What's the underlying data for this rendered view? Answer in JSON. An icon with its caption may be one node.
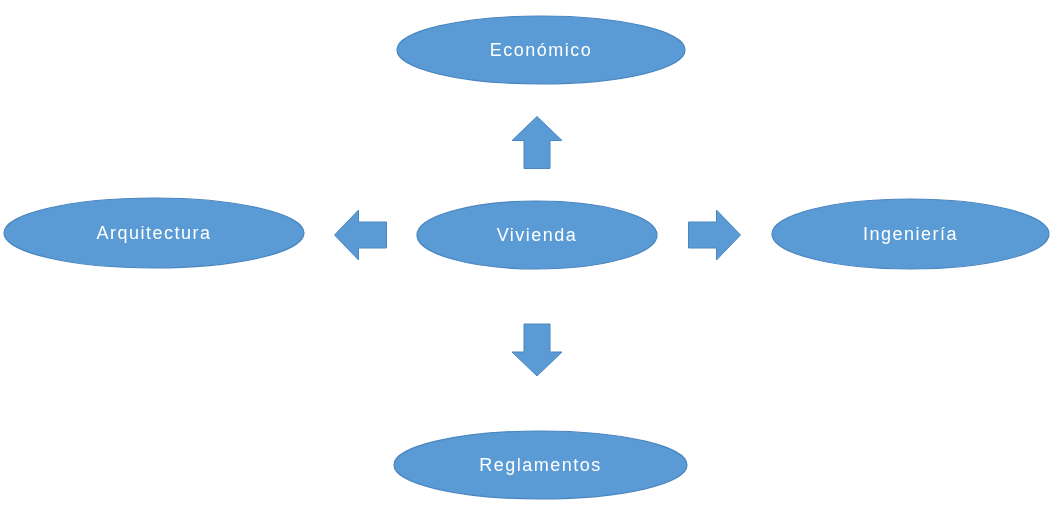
{
  "diagram": {
    "nodes": [
      {
        "text": [
          "Económico"
        ]
      },
      {
        "text": [
          "Arquitectura"
        ]
      },
      {
        "text": [
          "Vivienda"
        ]
      },
      {
        "text": [
          "Ingeniería"
        ]
      },
      {
        "text": [
          "Reglamentos"
        ]
      }
    ],
    "edges": [
      {
        "from": 2,
        "to": 0,
        "arrow": "to"
      },
      {
        "from": 2,
        "to": 1,
        "arrow": "to"
      },
      {
        "from": 2,
        "to": 3,
        "arrow": "to"
      },
      {
        "from": 2,
        "to": 4,
        "arrow": "to"
      }
    ]
  }
}
